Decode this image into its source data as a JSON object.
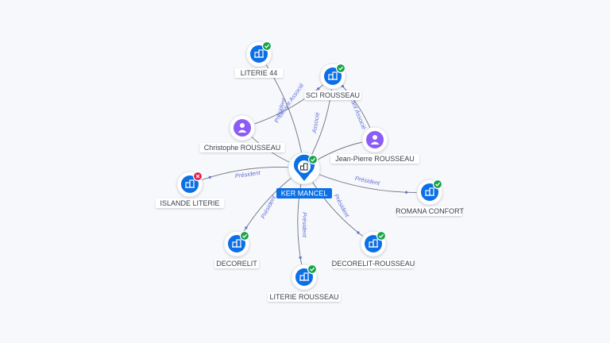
{
  "center": {
    "label": "KER MANCEL",
    "icon": "building-pin-icon",
    "status": "verified",
    "color": "#0b6fe6"
  },
  "colors": {
    "company": "#0b6fe6",
    "person": "#8b5cf6",
    "verified": "#17a34a",
    "closed": "#e11d48",
    "edge": "#6b7280",
    "edge_label": "#5f6fd9",
    "background": "#f7f8fb"
  },
  "nodes": [
    {
      "id": "literie44",
      "label": "LITERIE 44",
      "type": "company",
      "status": "verified"
    },
    {
      "id": "sci",
      "label": "SCI ROUSSEAU",
      "type": "company",
      "status": "verified"
    },
    {
      "id": "christophe",
      "label": "Christophe ROUSSEAU",
      "type": "person",
      "status": ""
    },
    {
      "id": "jp",
      "label": "Jean-Pierre ROUSSEAU",
      "type": "person",
      "status": ""
    },
    {
      "id": "islande",
      "label": "ISLANDE LITERIE",
      "type": "company",
      "status": "closed"
    },
    {
      "id": "romana",
      "label": "ROMANA CONFORT",
      "type": "company",
      "status": "verified"
    },
    {
      "id": "decorelit",
      "label": "DECORELIT",
      "type": "company",
      "status": "verified"
    },
    {
      "id": "decorelit_r",
      "label": "DECORELIT-ROUSSEAU",
      "type": "company",
      "status": "verified"
    },
    {
      "id": "literie_r",
      "label": "LITERIE ROUSSEAU",
      "type": "company",
      "status": "verified"
    }
  ],
  "edges": [
    {
      "from": "center",
      "to": "literie44",
      "label": "Président"
    },
    {
      "from": "center",
      "to": "sci",
      "label": "Associé"
    },
    {
      "from": "christophe",
      "to": "center",
      "label": ""
    },
    {
      "from": "jp",
      "to": "center",
      "label": ""
    },
    {
      "from": "center",
      "to": "islande",
      "label": "Président"
    },
    {
      "from": "center",
      "to": "romana",
      "label": "Président"
    },
    {
      "from": "center",
      "to": "decorelit",
      "label": "Président"
    },
    {
      "from": "center",
      "to": "decorelit_r",
      "label": "Président"
    },
    {
      "from": "center",
      "to": "literie_r",
      "label": "Président"
    },
    {
      "from": "christophe",
      "to": "sci",
      "label": "Gérant Associé"
    },
    {
      "from": "jp",
      "to": "sci",
      "label": "Gérant Associé"
    }
  ]
}
